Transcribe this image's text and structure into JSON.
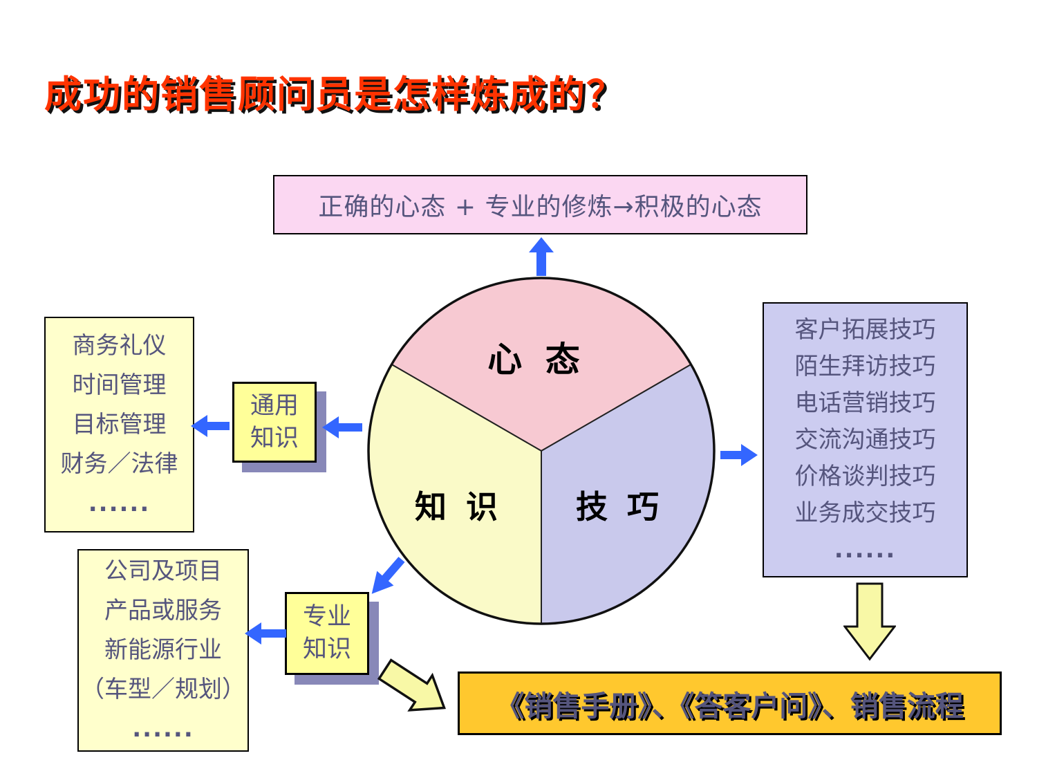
{
  "slide": {
    "title": "成功的销售顾问员是怎样炼成的？"
  },
  "colors": {
    "title_red": "#ff3300",
    "arrow_blue": "#3366ff",
    "pink_box_bg": "#fbd7f2",
    "light_yellow_box_bg": "#ffffcc",
    "label_box_bg": "#ffff99",
    "label_box_shadow": "#8888b8",
    "purple_box_bg": "#ccccf0",
    "orange_box_bg": "#ffc82e",
    "block_arrow_fill": "#f8f8a6",
    "text_slate": "#55557d"
  },
  "top_box": {
    "text": "正确的心态 + 专业的修炼→积极的心态"
  },
  "pie": {
    "slices": [
      {
        "label": "心 态",
        "color": "#f7c9d2"
      },
      {
        "label": "知 识",
        "color": "#fafac8"
      },
      {
        "label": "技 巧",
        "color": "#c9c9ec"
      }
    ]
  },
  "general_box": {
    "lines": [
      "商务礼仪",
      "时间管理",
      "目标管理",
      "财务／法律",
      "......"
    ]
  },
  "general_label": {
    "lines": [
      "通用",
      "知识"
    ]
  },
  "skills_box": {
    "lines": [
      "客户拓展技巧",
      "陌生拜访技巧",
      "电话营销技巧",
      "交流沟通技巧",
      "价格谈判技巧",
      "业务成交技巧",
      "......"
    ]
  },
  "professional_box": {
    "lines": [
      "公司及项目",
      "产品或服务",
      "新能源行业",
      "（车型／规划）",
      "......"
    ]
  },
  "professional_label": {
    "lines": [
      "专业",
      "知识"
    ]
  },
  "output_box": {
    "text": "《销售手册》、《答客户问》、销售流程"
  }
}
